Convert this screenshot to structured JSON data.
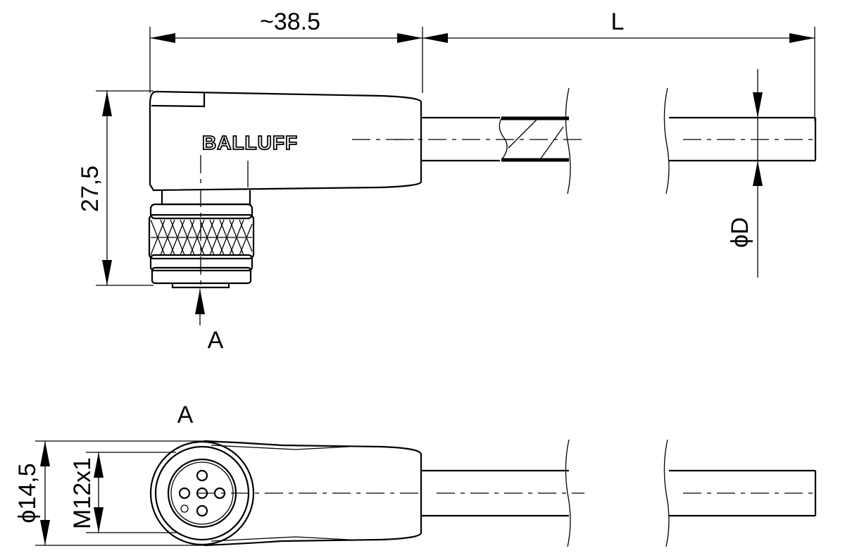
{
  "dimensions": {
    "length_connector": "~38.5",
    "length_cable": "L",
    "height": "27,5",
    "cable_diameter": "ϕD",
    "outer_diameter": "ϕ14,5",
    "thread": "M12x1"
  },
  "views": {
    "side_view_marker": "A",
    "front_view_label": "A"
  },
  "brand": {
    "logo_text": "BALLUFF"
  }
}
